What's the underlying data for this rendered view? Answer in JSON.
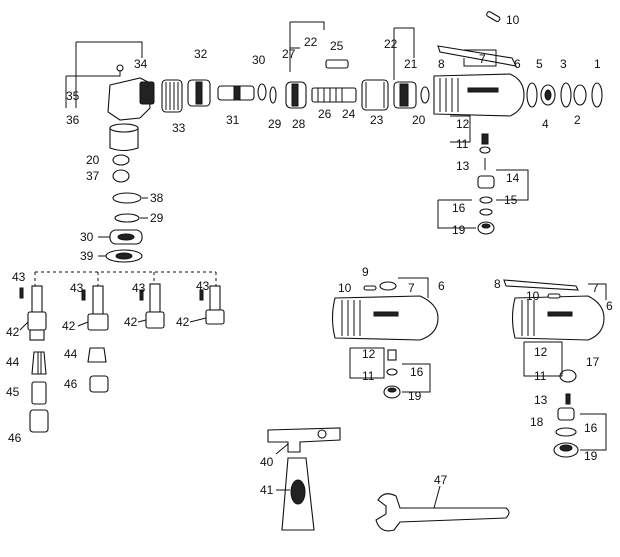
{
  "labels": {
    "l1": "1",
    "l2": "2",
    "l3": "3",
    "l4": "4",
    "l5": "5",
    "l6a": "6",
    "l6b": "6",
    "l6c": "6",
    "l7a": "7",
    "l7b": "7",
    "l7c": "7",
    "l8a": "8",
    "l8b": "8",
    "l9": "9",
    "l10a": "10",
    "l10b": "10",
    "l10c": "10",
    "l11a": "11",
    "l11b": "11",
    "l11c": "11",
    "l12a": "12",
    "l12b": "12",
    "l12c": "12",
    "l13a": "13",
    "l13b": "13",
    "l14": "14",
    "l15": "15",
    "l16a": "16",
    "l16b": "16",
    "l16c": "16",
    "l17": "17",
    "l18": "18",
    "l19a": "19",
    "l19b": "19",
    "l19c": "19",
    "l20a": "20",
    "l20b": "20",
    "l21": "21",
    "l22a": "22",
    "l22b": "22",
    "l23": "23",
    "l24": "24",
    "l25": "25",
    "l26": "26",
    "l27": "27",
    "l28": "28",
    "l29a": "29",
    "l29b": "29",
    "l30a": "30",
    "l30b": "30",
    "l31": "31",
    "l32": "32",
    "l33": "33",
    "l34": "34",
    "l35": "35",
    "l36": "36",
    "l37": "37",
    "l38": "38",
    "l39": "39",
    "l40": "40",
    "l41": "41",
    "l42a": "42",
    "l42b": "42",
    "l42c": "42",
    "l42d": "42",
    "l43a": "43",
    "l43b": "43",
    "l43c": "43",
    "l43d": "43",
    "l44a": "44",
    "l44b": "44",
    "l45": "45",
    "l46a": "46",
    "l46b": "46",
    "l47": "47"
  }
}
